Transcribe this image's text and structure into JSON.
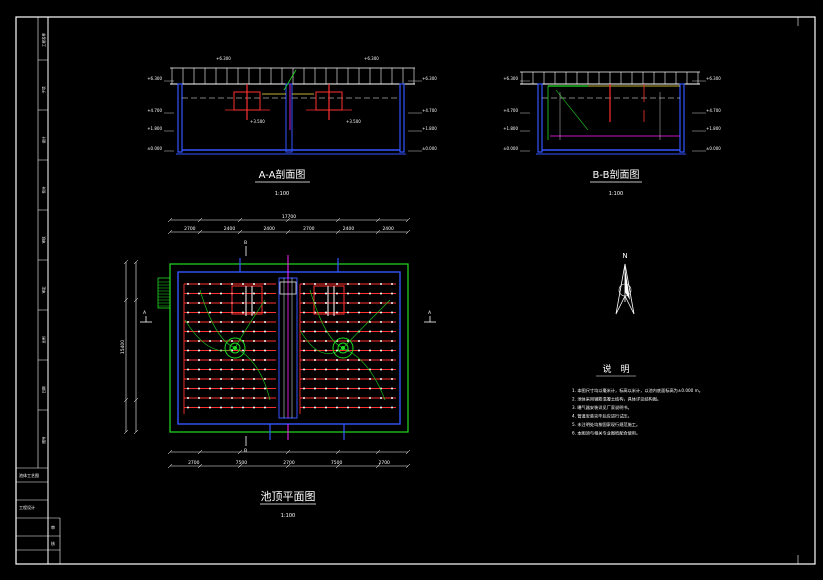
{
  "section_aa": {
    "title": "A-A剖面图",
    "scale": "1:100"
  },
  "section_bb": {
    "title": "B-B剖面图",
    "scale": "1:100"
  },
  "plan": {
    "title": "池顶平面图",
    "scale": "1:100",
    "cut_a": "A",
    "cut_b": "B"
  },
  "north": {
    "label": "N"
  },
  "notes": {
    "title": "说　明",
    "items": [
      "1. 本图尺寸均以毫米计，标高以米计，以池内底面标高为±0.000 m。",
      "2. 池体采用钢筋混凝土结构，具体详见结构图。",
      "3. 曝气器安装详见厂家说明书。",
      "4. 管道安装完毕后应进行试压。",
      "5. 未注明处均按国家现行规范施工。",
      "6. 本图须与相关专业图纸配合使用。"
    ]
  },
  "dimensions": {
    "overall_top": "17700",
    "top_row": [
      "2700",
      "2400",
      "2400",
      "2700",
      "2400",
      "2400"
    ],
    "overall_left": "15400",
    "bottom_row": [
      "2700",
      "7500",
      "2700",
      "7500",
      "2700"
    ]
  },
  "elevations": {
    "aa_left": [
      "+6.300",
      "+4.700",
      "+1.800",
      "±0.000"
    ],
    "aa_right": [
      "+6.300",
      "+4.700",
      "+1.800",
      "±0.000"
    ],
    "bb_left": [
      "+6.300",
      "+4.700",
      "+1.800",
      "±0.000"
    ],
    "bb_right": [
      "+6.300",
      "+4.700",
      "+1.800",
      "±0.000"
    ]
  },
  "title_block": {
    "row1": "池体工艺图",
    "row2": "工程设计",
    "row3": "审",
    "row4": "核",
    "side_labels": [
      "工程名称",
      "子项",
      "设计",
      "校对",
      "审核",
      "审定",
      "比例",
      "日期",
      "图号"
    ]
  },
  "colors": {
    "background": "#000000",
    "lines": "#ffffff",
    "pipe_red": "#ff3030",
    "pipe_green": "#22dd22",
    "wall_blue": "#3355ff",
    "accent_magenta": "#ff22ff",
    "accent_yellow": "#ffee44"
  }
}
